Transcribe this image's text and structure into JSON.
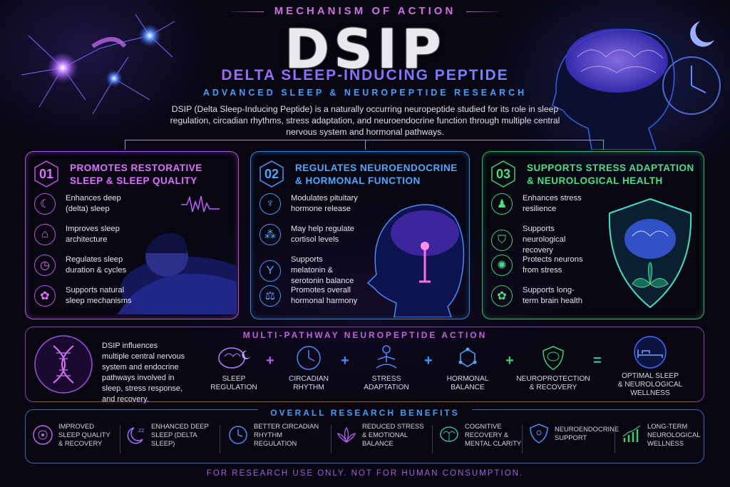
{
  "header": {
    "eyebrow": "MECHANISM OF ACTION",
    "title": "DSIP",
    "subtitle": "DELTA SLEEP-INDUCING PEPTIDE",
    "tagline": "ADVANCED SLEEP & NEUROPEPTIDE RESEARCH",
    "intro": "DSIP (Delta Sleep-Inducing Peptide) is a naturally occurring neuropeptide studied for its role in sleep regulation, circadian rhythms, stress adaptation, and neuroendocrine function through multiple central nervous system and hormonal pathways."
  },
  "panels": [
    {
      "number": "01",
      "title_line1": "PROMOTES RESTORATIVE",
      "title_line2": "SLEEP & SLEEP QUALITY",
      "color": "#c050e8",
      "items": [
        {
          "icon": "moon-icon",
          "text": "Enhances deep (delta) sleep"
        },
        {
          "icon": "bed-icon",
          "text": "Improves sleep architecture"
        },
        {
          "icon": "clock-icon",
          "text": "Regulates sleep duration & cycles"
        },
        {
          "icon": "brain-icon",
          "text": "Supports natural sleep mechanisms"
        }
      ]
    },
    {
      "number": "02",
      "title_line1": "REGULATES NEUROENDOCRINE",
      "title_line2": "& HORMONAL FUNCTION",
      "color": "#3a9cff",
      "items": [
        {
          "icon": "pituitary-icon",
          "text": "Modulates pituitary hormone release"
        },
        {
          "icon": "molecule-icon",
          "text": "May help regulate cortisol levels"
        },
        {
          "icon": "receptor-icon",
          "text": "Supports melatonin & serotonin balance"
        },
        {
          "icon": "balance-scale-icon",
          "text": "Promotes overall hormonal harmony"
        }
      ]
    },
    {
      "number": "03",
      "title_line1": "SUPPORTS STRESS ADAPTATION",
      "title_line2": "& NEUROLOGICAL HEALTH",
      "color": "#38d070",
      "items": [
        {
          "icon": "meditation-icon",
          "text": "Enhances stress resilience"
        },
        {
          "icon": "shield-icon",
          "text": "Supports neurological recovery"
        },
        {
          "icon": "neuron-icon",
          "text": "Protects neurons from stress"
        },
        {
          "icon": "brain-icon",
          "text": "Supports long-term brain health"
        }
      ]
    }
  ],
  "multi_pathway": {
    "title": "MULTI-PATHWAY NEUROPEPTIDE ACTION",
    "text": "DSIP influences multiple central nervous system and endocrine pathways involved in sleep, stress response, and recovery.",
    "steps": [
      {
        "icon": "brain-moon-icon",
        "label": "SLEEP\nREGULATION"
      },
      {
        "icon": "circadian-clock-icon",
        "label": "CIRCADIAN\nRHYTHM"
      },
      {
        "icon": "meditation-icon",
        "label": "STRESS\nADAPTATION"
      },
      {
        "icon": "molecule-icon",
        "label": "HORMONAL\nBALANCE"
      },
      {
        "icon": "brain-shield-icon",
        "label": "NEUROPROTECTION\n& RECOVERY"
      },
      {
        "icon": "bed-icon",
        "label": "OPTIMAL SLEEP\n& NEUROLOGICAL\nWELLNESS"
      }
    ],
    "plus": "+",
    "equals": "="
  },
  "benefits": {
    "title": "OVERALL RESEARCH BENEFITS",
    "items": [
      {
        "icon": "brain-target-icon",
        "text": "IMPROVED\nSLEEP QUALITY\n& RECOVERY"
      },
      {
        "icon": "moon-zzz-icon",
        "text": "ENHANCED DEEP\nSLEEP (DELTA\nSLEEP)"
      },
      {
        "icon": "clock-icon",
        "text": "BETTER CIRCADIAN\nRHYTHM\nREGULATION"
      },
      {
        "icon": "lotus-icon",
        "text": "REDUCED STRESS\n& EMOTIONAL\nBALANCE"
      },
      {
        "icon": "brain-icon",
        "text": "COGNITIVE\nRECOVERY &\nMENTAL CLARITY"
      },
      {
        "icon": "shield-icon",
        "text": "NEUROENDOCRINE\nSUPPORT"
      },
      {
        "icon": "growth-chart-icon",
        "text": "LONG-TERM\nNEUROLOGICAL\nWELLNESS"
      }
    ]
  },
  "footer": "FOR RESEARCH USE ONLY. NOT FOR HUMAN CONSUMPTION."
}
